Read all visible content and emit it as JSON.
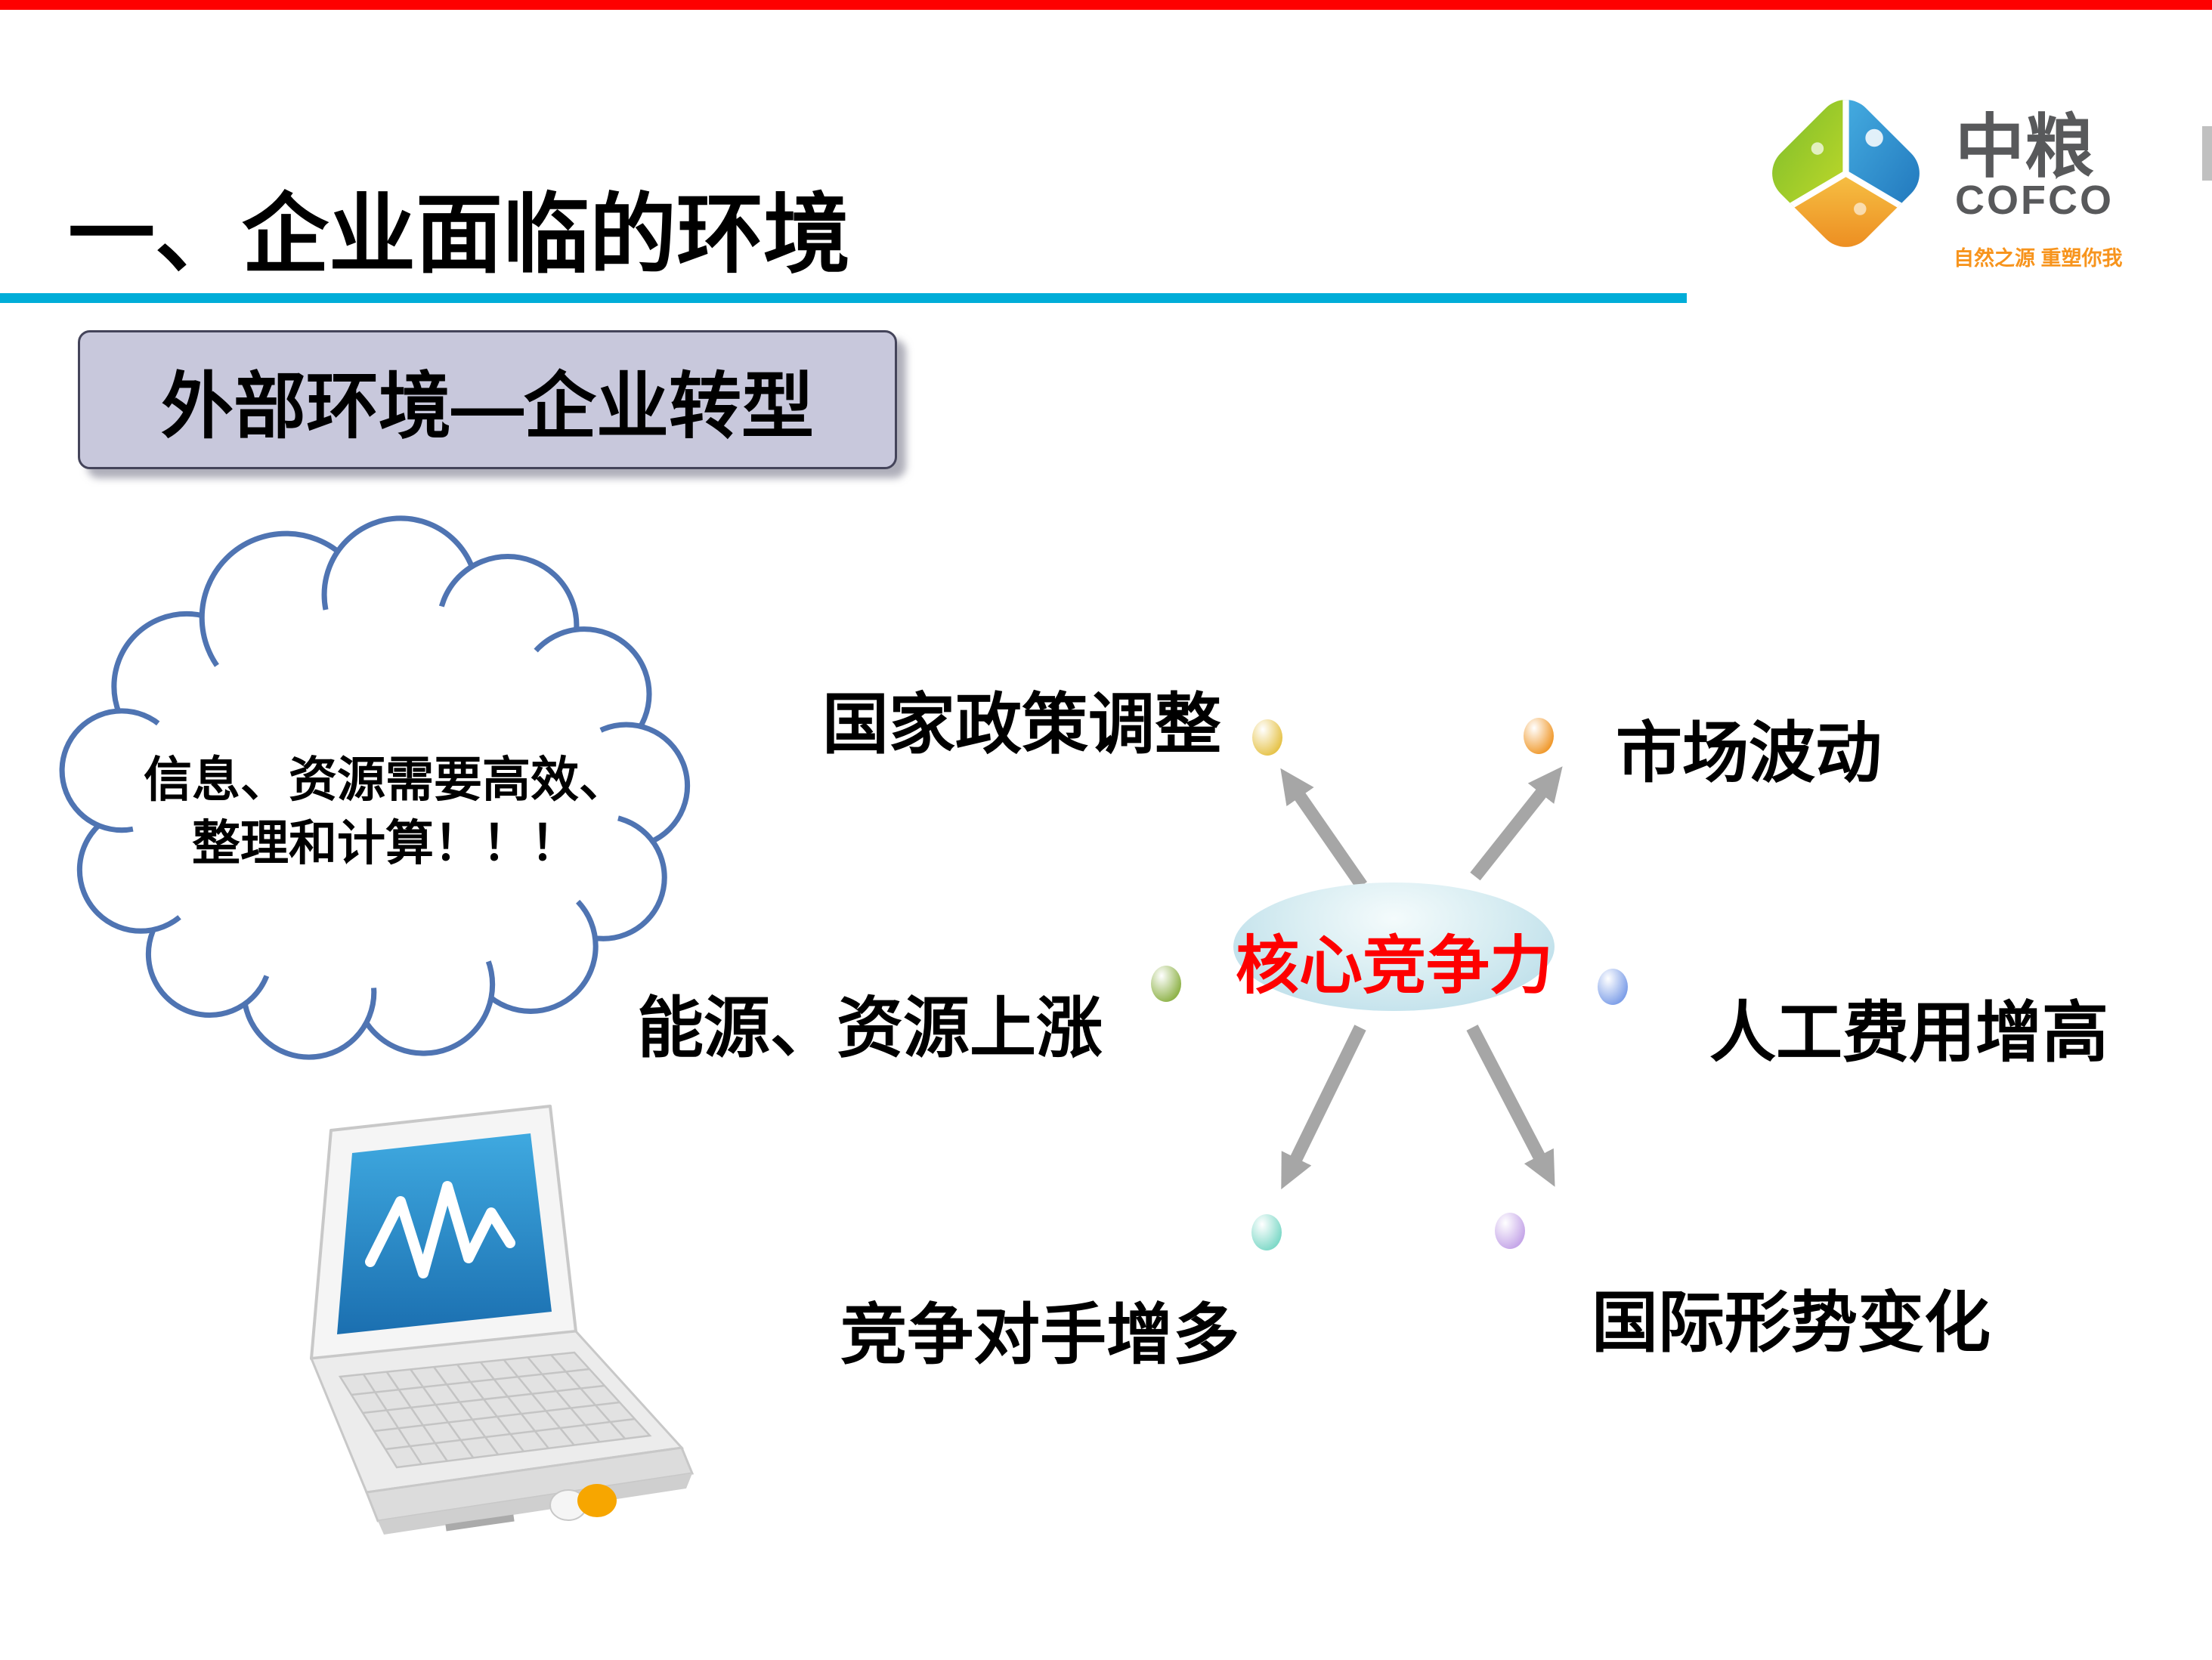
{
  "slide": {
    "title": "一、企业面临的环境",
    "section_box": "外部环境—企业转型",
    "cloud": {
      "line1": "信息、资源需要高效、",
      "line2": "整理和计算！！！"
    },
    "core": {
      "label": "核心竞争力",
      "color": "#fe0000"
    },
    "factors": [
      {
        "label": "国家政策调整",
        "dot_color": "#e6c34a",
        "position": "top-left"
      },
      {
        "label": "市场波动",
        "dot_color": "#f09a2e",
        "position": "top-right"
      },
      {
        "label": "能源、资源上涨",
        "dot_color": "#8fb34a",
        "position": "middle-left"
      },
      {
        "label": "人工费用增高",
        "dot_color": "#7e9fe8",
        "position": "middle-right"
      },
      {
        "label": "竞争对手增多",
        "dot_color": "#7fd9c8",
        "position": "bottom-left"
      },
      {
        "label": "国际形势变化",
        "dot_color": "#c5a6e8",
        "position": "bottom-right"
      }
    ]
  },
  "logo": {
    "cn": "中粮",
    "en": "COFCO",
    "tagline": "自然之源 重塑你我"
  },
  "colors": {
    "top_bar": "#fe0000",
    "title_rule": "#00add8",
    "section_box_fill": "#c8c8dc",
    "cloud_outline": "#4f74b2",
    "arrow": "#a6a6a6",
    "core_text": "#fe0000"
  }
}
